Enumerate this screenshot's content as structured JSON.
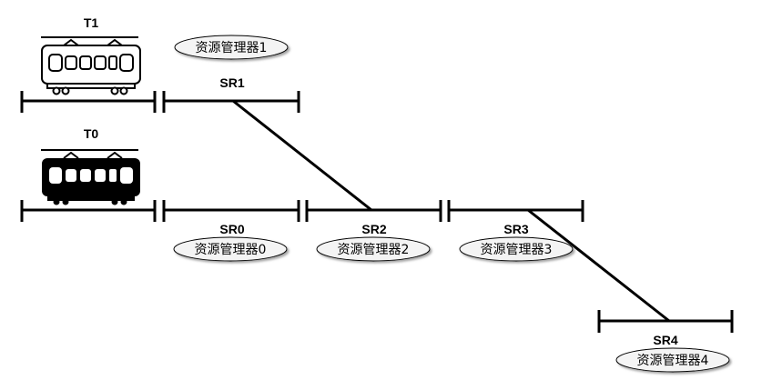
{
  "colors": {
    "line": "#000000",
    "ellipse_fill": "#f4f4f4",
    "ellipse_shadow": "#9a9a9a",
    "train0": "#000000",
    "train1": "#ffffff"
  },
  "trains": [
    {
      "id": "t1",
      "label": "T1",
      "style": "outline"
    },
    {
      "id": "t0",
      "label": "T0",
      "style": "filled"
    }
  ],
  "segments": [
    {
      "id": "sr0",
      "label": "SR0"
    },
    {
      "id": "sr1",
      "label": "SR1"
    },
    {
      "id": "sr2",
      "label": "SR2"
    },
    {
      "id": "sr3",
      "label": "SR3"
    },
    {
      "id": "sr4",
      "label": "SR4"
    }
  ],
  "resource_managers": [
    {
      "id": "rm0",
      "label": "资源管理器0"
    },
    {
      "id": "rm1",
      "label": "资源管理器1"
    },
    {
      "id": "rm2",
      "label": "资源管理器2"
    },
    {
      "id": "rm3",
      "label": "资源管理器3"
    },
    {
      "id": "rm4",
      "label": "资源管理器4"
    }
  ]
}
